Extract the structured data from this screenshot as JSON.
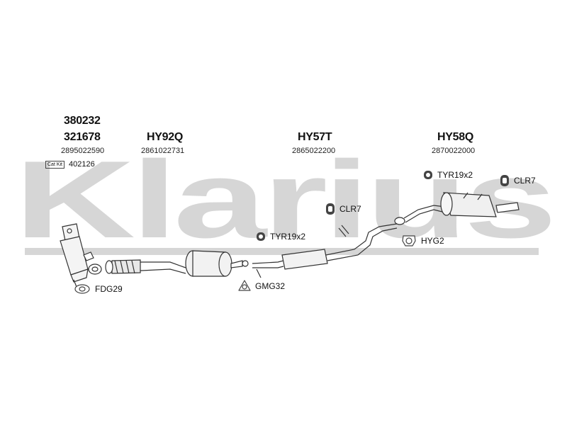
{
  "watermark": {
    "text": "Klarius",
    "color": "#d6d6d6"
  },
  "header": {
    "top_code": "380232",
    "second_code": "321678",
    "second_code_number": "2895022590",
    "cat_kit_badge": "Cat Kit",
    "cat_kit_number": "402126"
  },
  "sections": [
    {
      "code": "HY92Q",
      "number": "2861022731"
    },
    {
      "code": "HY57T",
      "number": "2865022200"
    },
    {
      "code": "HY58Q",
      "number": "2870022000"
    }
  ],
  "accessories": {
    "tyr_right": "TYR19x2",
    "clr_right": "CLR7",
    "clr_mid": "CLR7",
    "tyr_mid": "TYR19x2",
    "hyg": "HYG2",
    "fdg": "FDG29",
    "gmg": "GMG32"
  },
  "icons": {
    "hanger": "rubber-hanger-icon",
    "gasket": "gasket-icon",
    "clamp": "clamp-ring-icon"
  },
  "colors": {
    "line": "#333333",
    "watermark": "#d6d6d6"
  }
}
